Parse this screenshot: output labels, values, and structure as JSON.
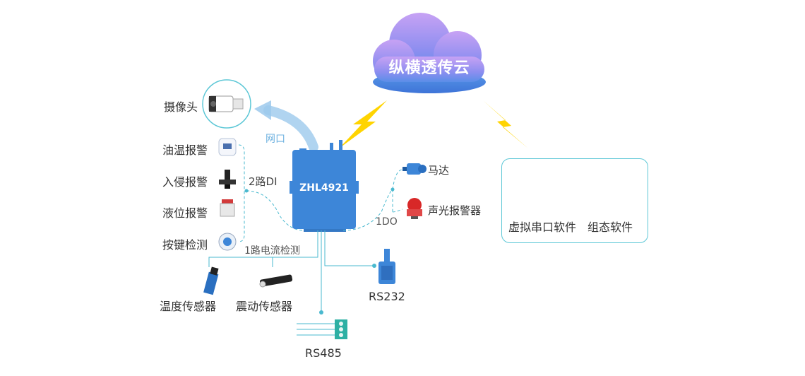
{
  "cloud": {
    "label": "纵横透传云"
  },
  "device": {
    "label": "ZHL4921"
  },
  "labels": {
    "camera": "摄像头",
    "network": "网口",
    "di": "2路DI",
    "current": "1路电流检测",
    "do": "1DO",
    "rs232": "RS232",
    "rs485": "RS485"
  },
  "inputs": [
    {
      "label": "油温报警"
    },
    {
      "label": "入侵报警"
    },
    {
      "label": "液位报警"
    },
    {
      "label": "按键检测"
    }
  ],
  "sensors": [
    {
      "label": "温度传感器"
    },
    {
      "label": "震动传感器"
    }
  ],
  "outputs": [
    {
      "label": "马达"
    },
    {
      "label": "声光报警器"
    }
  ],
  "software": [
    {
      "label": "虚拟串口软件"
    },
    {
      "label": "组态软件"
    }
  ],
  "colors": {
    "device": "#3d86d8",
    "cloud_top": "#b68cf0",
    "cloud_bottom": "#5a8ee8",
    "line": "#4ab9cf",
    "lightning": "#ffd400",
    "arrow": "#9cc9ec"
  }
}
